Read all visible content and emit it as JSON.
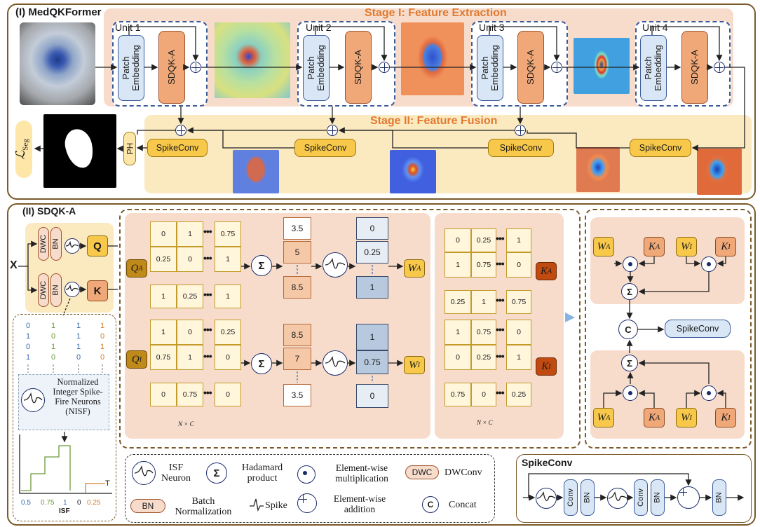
{
  "part1": {
    "title": "(I) MedQKFormer",
    "stage1": "Stage I: Feature Extraction",
    "stage2": "Stage II: Feature Fusion",
    "units": [
      "Unit 1",
      "Unit 2",
      "Unit 3",
      "Unit 4"
    ],
    "patch_embedding": "Patch Embedding",
    "sdqk": "SDQK-A",
    "spikeconv": "SpikeConv",
    "ph": "PH",
    "loss": "ℒ",
    "loss_sub": "Seg"
  },
  "part2": {
    "title": "(II) SDQK-A",
    "x_label": "X",
    "dwc": "DWC",
    "bn": "BN",
    "q": "Q",
    "k": "K",
    "nisf_label": "Normalized Integer Spike-Fire Neurons (NISF)",
    "isf_axis": "ISF",
    "isf_ticks": [
      "0.5",
      "0.75",
      "1",
      "0",
      "0.25"
    ],
    "spike_cols": [
      [
        "0",
        "1",
        "0",
        "1"
      ],
      [
        "1",
        "0",
        "1",
        "0"
      ],
      [
        "1",
        "1",
        "1",
        "0"
      ],
      [
        "1",
        "0",
        "1",
        "0"
      ]
    ],
    "t_label": "T"
  },
  "matrices": {
    "qa_label": "Q",
    "qa_sub": "A",
    "qi_label": "Q",
    "qi_sub": "I",
    "qa": [
      [
        "0",
        "1",
        "0.75"
      ],
      [
        "0.25",
        "0",
        "1"
      ],
      [
        "1",
        "0.25",
        "1"
      ]
    ],
    "qi": [
      [
        "1",
        "0",
        "0.25"
      ],
      [
        "0.75",
        "1",
        "0"
      ],
      [
        "0",
        "0.75",
        "0"
      ]
    ],
    "qa_sum": [
      "3.5",
      "5",
      "8.5"
    ],
    "qi_sum": [
      "8.5",
      "7",
      "3.5"
    ],
    "wa_vals": [
      "0",
      "0.25",
      "1"
    ],
    "wi_vals": [
      "1",
      "0.75",
      "0"
    ],
    "wa_label": "W",
    "wa_sub": "A",
    "wi_label": "W",
    "wi_sub": "I",
    "nxc": "N × C",
    "ka": [
      [
        "0",
        "0.25",
        "1"
      ],
      [
        "1",
        "0.75",
        "0"
      ],
      [
        "0.25",
        "1",
        "0.75"
      ]
    ],
    "ki": [
      [
        "1",
        "0.75",
        "0"
      ],
      [
        "0",
        "0.25",
        "1"
      ],
      [
        "0.75",
        "0",
        "0.25"
      ]
    ],
    "ka_label": "K",
    "ka_sub": "A",
    "ki_label": "K",
    "ki_sub": "I"
  },
  "fusion": {
    "w_a": "W",
    "k_a": "K",
    "w_i": "W",
    "k_i": "K",
    "sub_a": "A",
    "sub_i": "I",
    "concat": "C",
    "spikeconv": "SpikeConv"
  },
  "legend": {
    "isf": "ISF Neuron",
    "hadamard": "Hadamard product",
    "ewmult": "Element-wise multiplication",
    "dwc_tag": "DWC",
    "dwc_txt": "DWConv",
    "bn_tag": "BN",
    "bn_txt": "Batch Normalization",
    "spike": "Spike",
    "ewadd": "Element-wise addition",
    "concat_tag": "C",
    "concat_txt": "Concat",
    "sigma": "Σ"
  },
  "spikeconv_block": {
    "title": "SpikeConv",
    "conv": "Conv",
    "bn": "BN"
  },
  "colors": {
    "frame": "#7a5a2a",
    "peach": "#f7dccb",
    "yellow": "#fbe9c0",
    "spikeconv": "#f7c84a",
    "sdqk": "#f0a878",
    "stage_title": "#e07a30"
  }
}
